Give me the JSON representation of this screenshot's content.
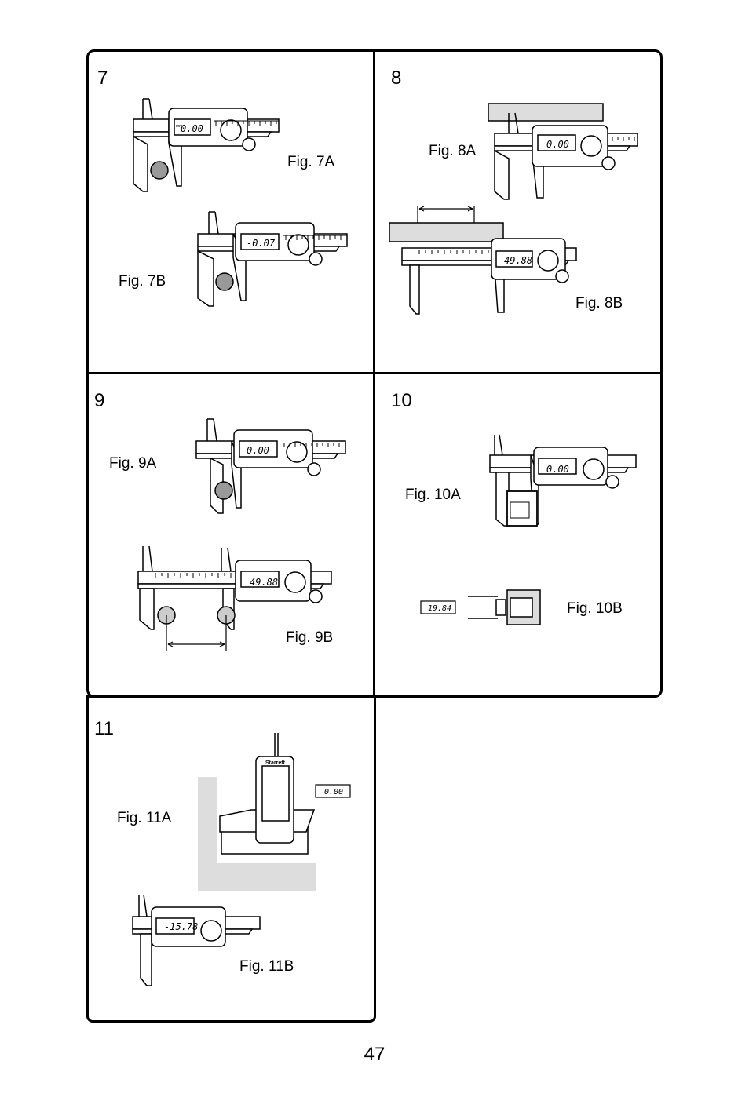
{
  "sections": [
    {
      "number": "7",
      "figures": [
        {
          "label": "Fig. 7A",
          "display": "0.00"
        },
        {
          "label": "Fig. 7B",
          "display": "-0.07"
        }
      ]
    },
    {
      "number": "8",
      "figures": [
        {
          "label": "Fig. 8A",
          "display": "0.00"
        },
        {
          "label": "Fig. 8B",
          "display": "49.88"
        }
      ]
    },
    {
      "number": "9",
      "figures": [
        {
          "label": "Fig. 9A",
          "display": "0.00"
        },
        {
          "label": "Fig. 9B",
          "display": "49.88"
        }
      ]
    },
    {
      "number": "10",
      "figures": [
        {
          "label": "Fig. 10A",
          "display": "0.00"
        },
        {
          "label": "Fig. 10B",
          "display": "19.84"
        }
      ]
    },
    {
      "number": "11",
      "figures": [
        {
          "label": "Fig. 11A",
          "display": "0.00"
        },
        {
          "label": "Fig. 11B",
          "display": "-15.78"
        }
      ]
    }
  ],
  "unit": "mm",
  "brand": "Starrett",
  "page_number": "47"
}
